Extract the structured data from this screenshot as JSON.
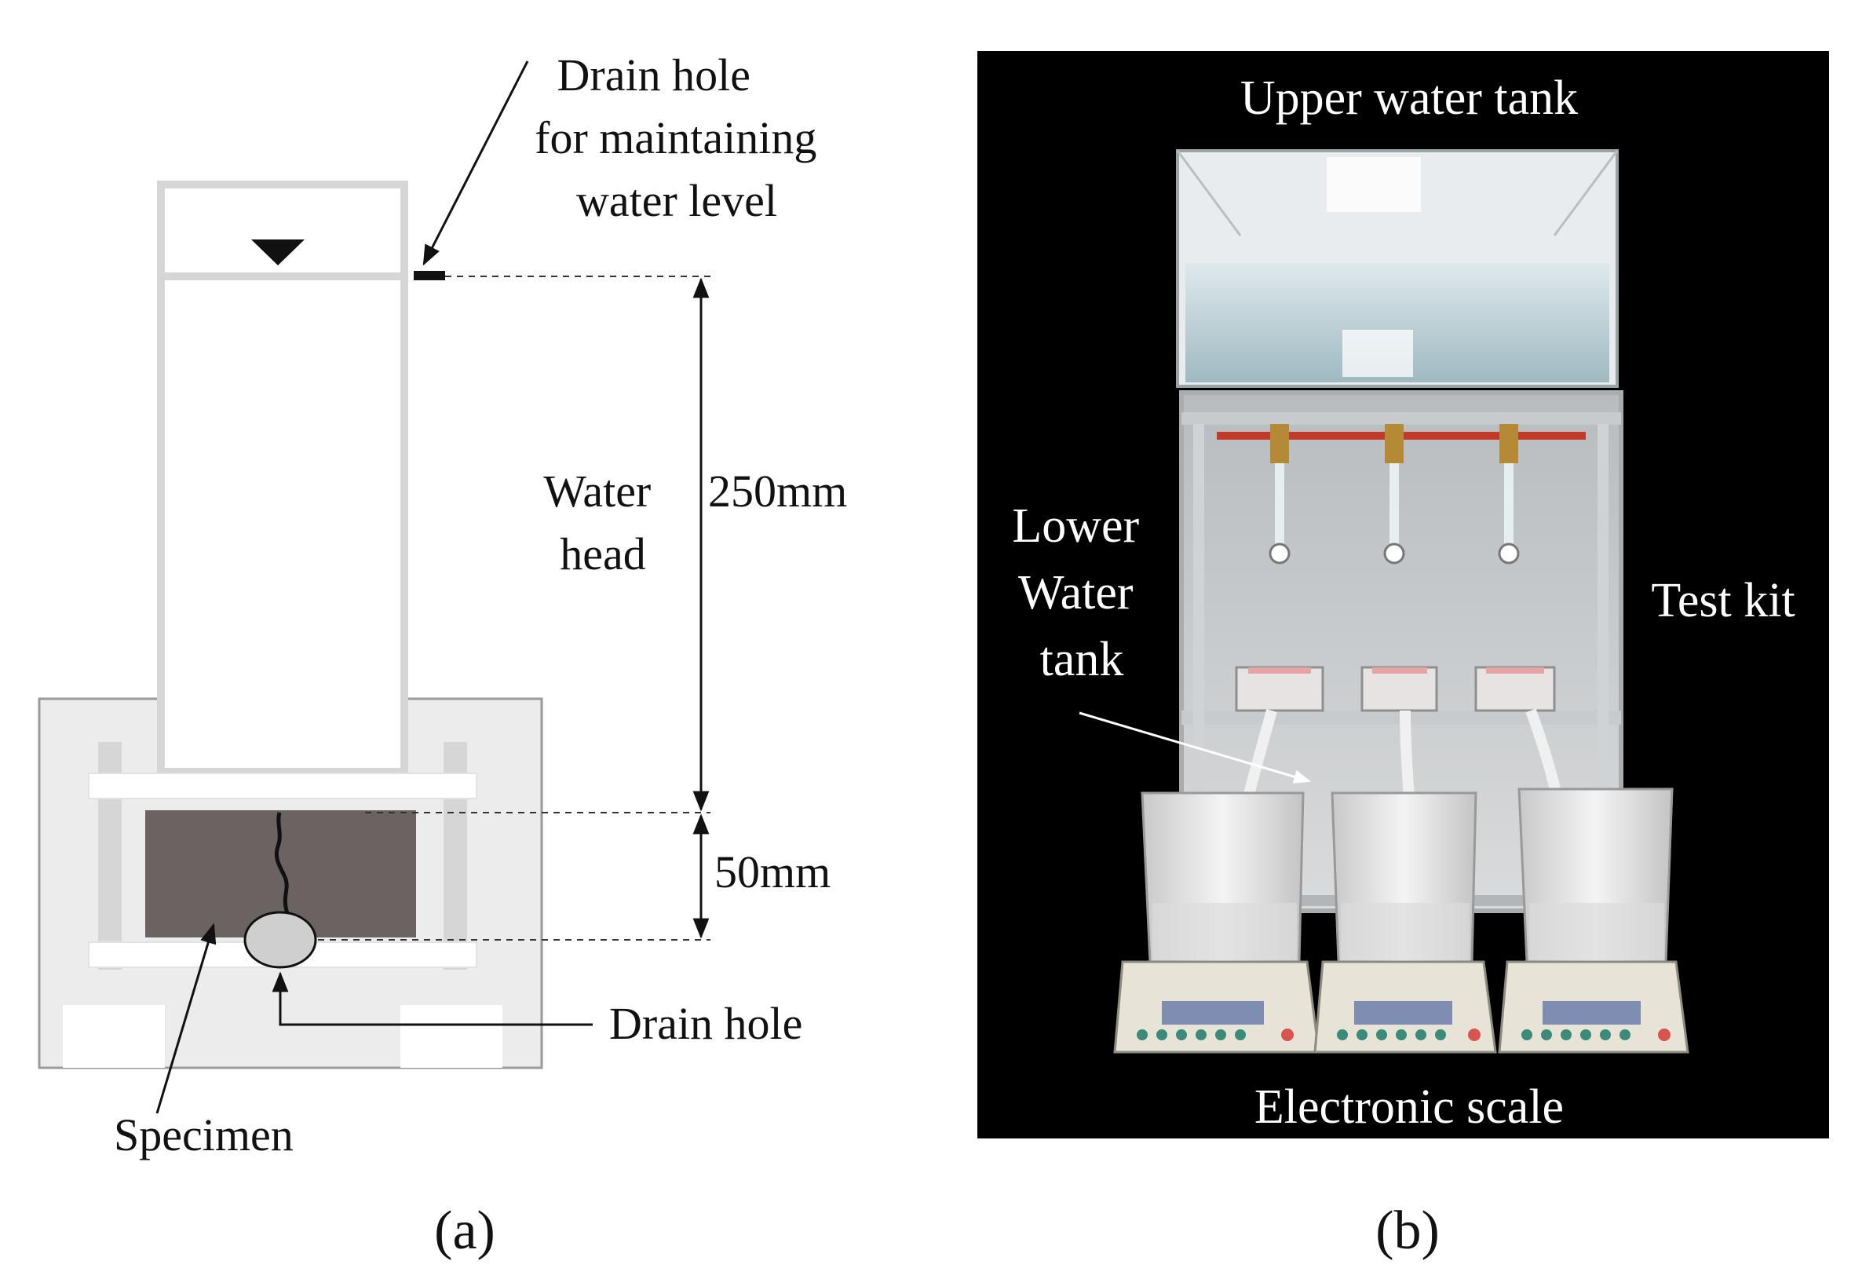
{
  "panel_a": {
    "label": "(a)",
    "drain_hole_top": [
      "Drain hole",
      "for maintaining",
      "water level"
    ],
    "water_head": [
      "Water",
      "head"
    ],
    "dim_250": "250mm",
    "dim_50": "50mm",
    "drain_hole_bottom": "Drain hole",
    "specimen": "Specimen"
  },
  "panel_b": {
    "label": "(b)",
    "upper_tank": "Upper water tank",
    "lower_tank": [
      "Lower",
      "Water",
      "tank"
    ],
    "test_kit": "Test kit",
    "scale": "Electronic scale"
  },
  "colors": {
    "frame_gray": "#d9d9d9",
    "base_fill": "#ececec",
    "specimen": "#6b6262",
    "photo_bg": "#000000"
  }
}
